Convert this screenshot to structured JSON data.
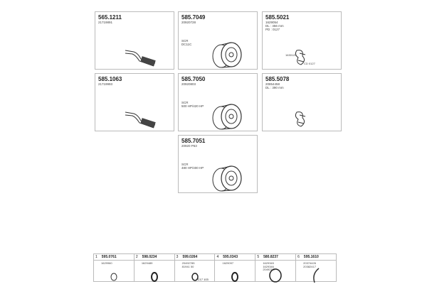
{
  "parts": [
    {
      "number": "565.1211",
      "ref": "21719891",
      "notes": [],
      "type": "pipe"
    },
    {
      "number": "585.7049",
      "ref": "20920728",
      "notes": [
        "SCR",
        "DC11C"
      ],
      "type": "silencer"
    },
    {
      "number": "585.5021",
      "ref": "1629054",
      "notes": [
        "DL : 456 mm",
        "PD : 0127"
      ],
      "type": "clamp",
      "labels": [
        "1630125",
        "CD 0127"
      ]
    },
    {
      "number": "585.1063",
      "ref": "21719993",
      "notes": [],
      "type": "pipe"
    },
    {
      "number": "585.7050",
      "ref": "20920803",
      "notes": [
        "SCR",
        "500 HP/420 HP"
      ],
      "type": "silencer"
    },
    {
      "number": "585.5078",
      "ref": "20854458",
      "notes": [
        "DL : 390 mm"
      ],
      "type": "clamp",
      "labels": []
    },
    {
      "number": "585.7051",
      "ref": "20920 P63",
      "notes": [
        "SCR",
        "480 HP/400 HP"
      ],
      "type": "silencer"
    }
  ],
  "accessories": [
    {
      "index": "1",
      "number": "595.0761",
      "refs": [
        "1629960"
      ]
    },
    {
      "index": "2",
      "number": "598.0234",
      "refs": [
        "1629489"
      ]
    },
    {
      "index": "3",
      "number": "599.0264",
      "refs": [
        "20492785",
        "81941 50"
      ],
      "label": "C17 103"
    },
    {
      "index": "4",
      "number": "595.0343",
      "refs": [
        "1629097"
      ]
    },
    {
      "index": "5",
      "number": "580.8237",
      "refs": [
        "1629345",
        "1629346",
        "20492127"
      ]
    },
    {
      "index": "6",
      "number": "595.1610",
      "refs": [
        "20374426",
        "20382417"
      ]
    }
  ]
}
